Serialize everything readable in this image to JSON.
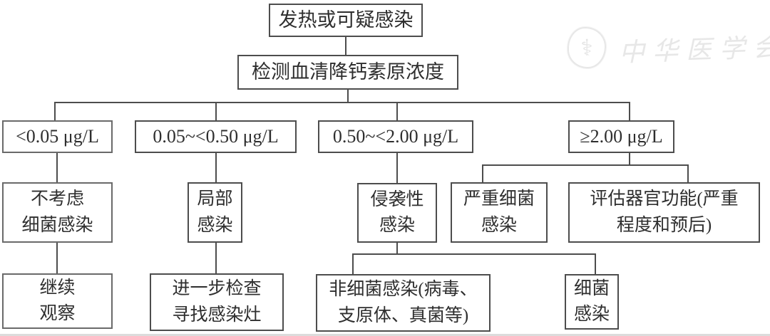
{
  "watermark": {
    "text": "中华医学会",
    "logo_icon": "cma-emblem",
    "color": "#e7e7e7"
  },
  "colors": {
    "line": "#4d4d4d",
    "text": "#2e2e2e",
    "background": "#ffffff"
  },
  "nodes": {
    "fever": {
      "text": "发热或可疑感染"
    },
    "pct_test": {
      "text": "检测血清降钙素原浓度"
    },
    "range_low": {
      "text": "<0.05 μg/L"
    },
    "range_mid1": {
      "text": "0.05~<0.50 μg/L"
    },
    "range_mid2": {
      "text": "0.50~<2.00 μg/L"
    },
    "range_high": {
      "text": "≥2.00 μg/L"
    },
    "no_bacterial": {
      "text": "不考虑\n细菌感染"
    },
    "local": {
      "text": "局部\n感染"
    },
    "invasive": {
      "text": "侵袭性\n感染"
    },
    "severe": {
      "text": "严重细菌\n感染"
    },
    "organ": {
      "text": "评估器官功能(严重\n程度和预后)"
    },
    "observe": {
      "text": "继续\n观察"
    },
    "further": {
      "text": "进一步检查\n寻找感染灶"
    },
    "non_bacterial": {
      "text": "非细菌感染(病毒、\n支原体、真菌等)"
    },
    "bacterial": {
      "text": "细菌\n感染"
    }
  },
  "edges": [
    {
      "from": "fever",
      "to": "pct_test"
    },
    {
      "from": "pct_test",
      "to": "range_low"
    },
    {
      "from": "pct_test",
      "to": "range_mid1"
    },
    {
      "from": "pct_test",
      "to": "range_mid2"
    },
    {
      "from": "pct_test",
      "to": "range_high"
    },
    {
      "from": "range_low",
      "to": "no_bacterial"
    },
    {
      "from": "range_mid1",
      "to": "local"
    },
    {
      "from": "range_mid2",
      "to": "invasive"
    },
    {
      "from": "range_high",
      "to": "severe"
    },
    {
      "from": "range_high",
      "to": "organ"
    },
    {
      "from": "no_bacterial",
      "to": "observe"
    },
    {
      "from": "local",
      "to": "further"
    },
    {
      "from": "invasive",
      "to": "non_bacterial"
    },
    {
      "from": "invasive",
      "to": "bacterial"
    }
  ]
}
